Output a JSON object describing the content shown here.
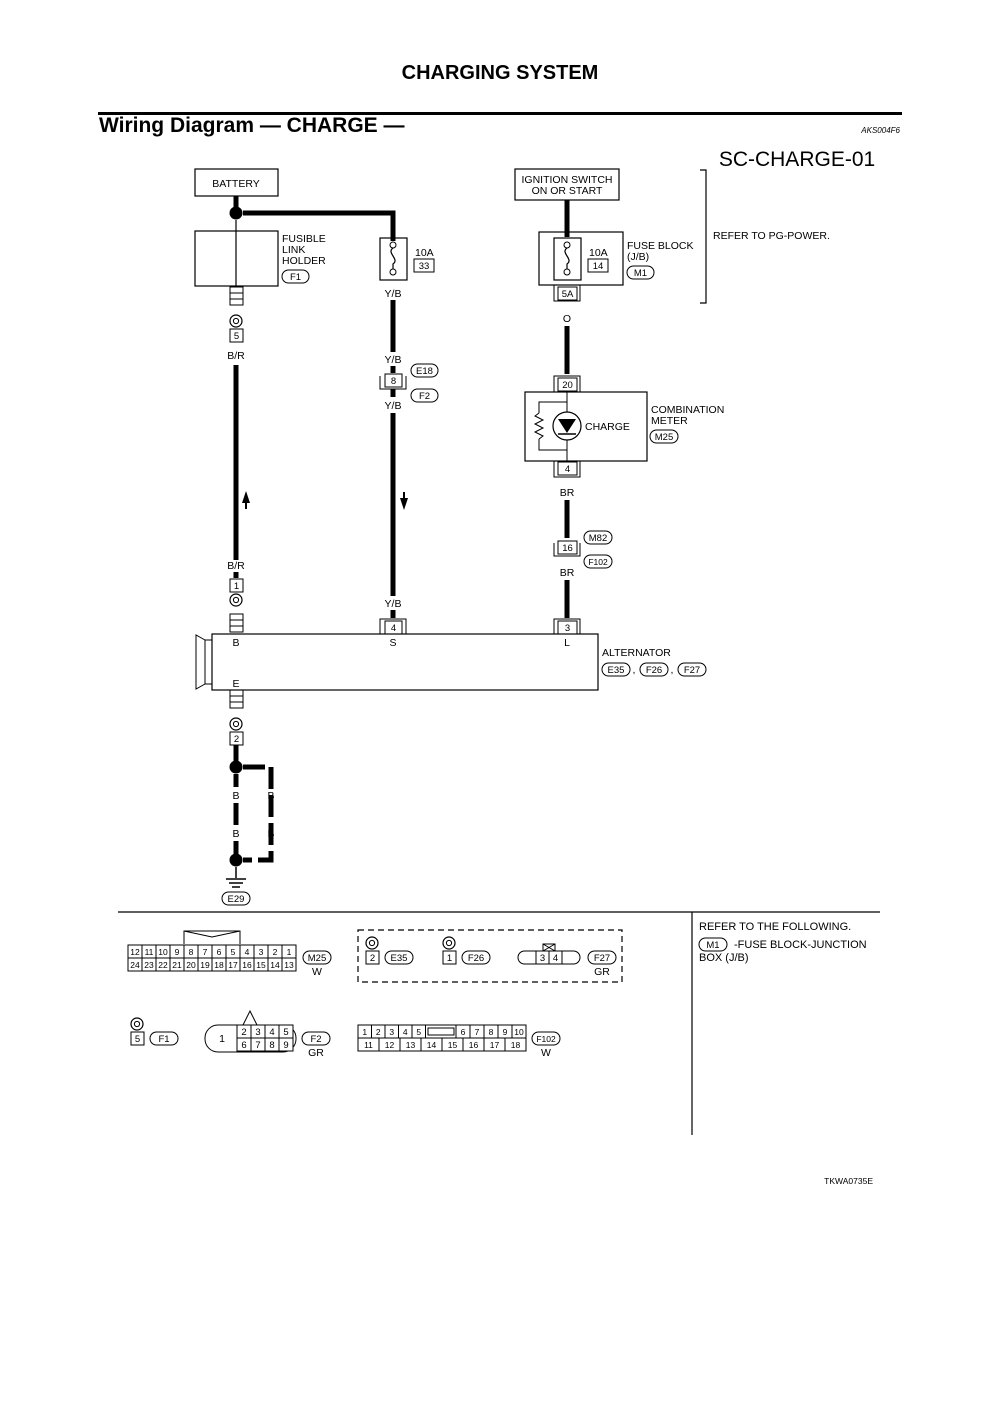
{
  "header": {
    "page_title": "CHARGING SYSTEM",
    "section_title": "Wiring Diagram — CHARGE —",
    "doc_code": "AKS004F6",
    "diagram_code": "SC-CHARGE-01"
  },
  "components": {
    "battery": "BATTERY",
    "ignition_switch": [
      "IGNITION SWITCH",
      "ON OR START"
    ],
    "fusible_link": [
      "FUSIBLE",
      "LINK",
      "HOLDER"
    ],
    "fusible_link_conn": "F1",
    "fuse_left_amp": "10A",
    "fuse_left_num": "33",
    "fuse_right_amp": "10A",
    "fuse_right_num": "14",
    "fuse_block": [
      "FUSE BLOCK",
      "(J/B)"
    ],
    "fuse_block_conn": "M1",
    "refer_pg": "REFER TO PG-POWER.",
    "combination_meter": [
      "COMBINATION",
      "METER"
    ],
    "combination_meter_conn": "M25",
    "charge_lamp": "CHARGE",
    "alternator": "ALTERNATOR",
    "alternator_conns": [
      "E35",
      "F26",
      "F27"
    ],
    "alternator_terminals": [
      "B",
      "S",
      "L",
      "E"
    ],
    "ground_conn": "E29"
  },
  "wires": {
    "br_label": "B/R",
    "yb_label": "Y/B",
    "o_label": "O",
    "br2_label": "BR",
    "b_label": "B"
  },
  "pins": {
    "p5": "5",
    "p1": "1",
    "p2": "2",
    "p8": "8",
    "p4": "4",
    "p5a": "5A",
    "p20": "20",
    "p4m": "4",
    "p16": "16",
    "p3": "3"
  },
  "connectors": {
    "e18": "E18",
    "f2": "F2",
    "m82": "M82",
    "f102": "F102"
  },
  "legend": {
    "m25_top": [
      "12",
      "11",
      "10",
      "9",
      "8",
      "7",
      "6",
      "5",
      "4",
      "3",
      "2",
      "1"
    ],
    "m25_bottom": [
      "24",
      "23",
      "22",
      "21",
      "20",
      "19",
      "18",
      "17",
      "16",
      "15",
      "14",
      "13"
    ],
    "m25_name": "M25",
    "m25_color": "W",
    "e35_pin": "2",
    "e35_name": "E35",
    "f26_pin": "1",
    "f26_name": "F26",
    "f27_pins": [
      "3",
      "4"
    ],
    "f27_name": "F27",
    "f27_color": "GR",
    "f1_pin": "5",
    "f1_name": "F1",
    "f2_single": "1",
    "f2_top": [
      "2",
      "3",
      "4",
      "5"
    ],
    "f2_bottom": [
      "6",
      "7",
      "8",
      "9"
    ],
    "f2_name": "F2",
    "f2_color": "GR",
    "f102_top": [
      "1",
      "2",
      "3",
      "4",
      "5",
      "6",
      "7",
      "8",
      "9",
      "10"
    ],
    "f102_bottom": [
      "11",
      "12",
      "13",
      "14",
      "15",
      "16",
      "17",
      "18"
    ],
    "f102_name": "F102",
    "f102_color": "W",
    "refer_following": "REFER TO THE FOLLOWING.",
    "refer_conn": "M1",
    "refer_desc": [
      "-FUSE BLOCK-JUNCTION",
      "BOX (J/B)"
    ]
  },
  "footer_code": "TKWA0735E"
}
